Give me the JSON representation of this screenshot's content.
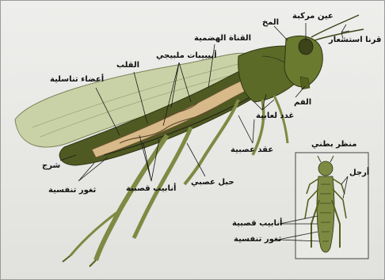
{
  "labels": {
    "compound_eye": "عين مركبة",
    "brain": "المخ",
    "antennae": "قرنا استشعار",
    "digestive_canal": "القناة الهضمية",
    "malpighian_tubules": "أنيبيبات ملبيجي",
    "heart": "القلب",
    "reproductive_organs": "أعضاء تناسلية",
    "mouth": "الفم",
    "salivary_glands": "غدد لعابية",
    "nerve_ganglia": "عقد عصبية",
    "anus": "شرج",
    "nerve_cord": "حبل عصبي",
    "tracheae": "أنابيب قصبية",
    "spiracles": "ثغور تنفسية"
  },
  "inset": {
    "title": "منظر بطني",
    "legs": "أرجل",
    "tracheae": "أنابيب قصبية",
    "spiracles": "ثغور تنفسية"
  },
  "colors": {
    "wing": "#c9d2a6",
    "body": "#4f5a22",
    "organs": "#d8b98a",
    "leader_line": "#1a1a1a"
  }
}
